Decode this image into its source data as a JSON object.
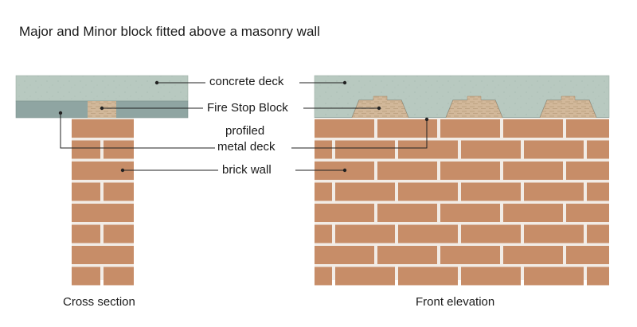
{
  "title": "Major and Minor block fitted above a masonry wall",
  "labels": {
    "concrete_deck": "concrete deck",
    "fire_stop_block": "Fire Stop Block",
    "profiled_line1": "profiled",
    "profiled_line2": "metal deck",
    "brick_wall": "brick wall"
  },
  "captions": {
    "cross_section": "Cross section",
    "front_elevation": "Front elevation"
  },
  "colors": {
    "concrete": "#b8c9c0",
    "metal_deck": "#8fa5a2",
    "brick": "#c78d68",
    "mortar": "#f2ece6",
    "fire_stop_block": "#d2b89a",
    "leader_line": "#222222"
  }
}
